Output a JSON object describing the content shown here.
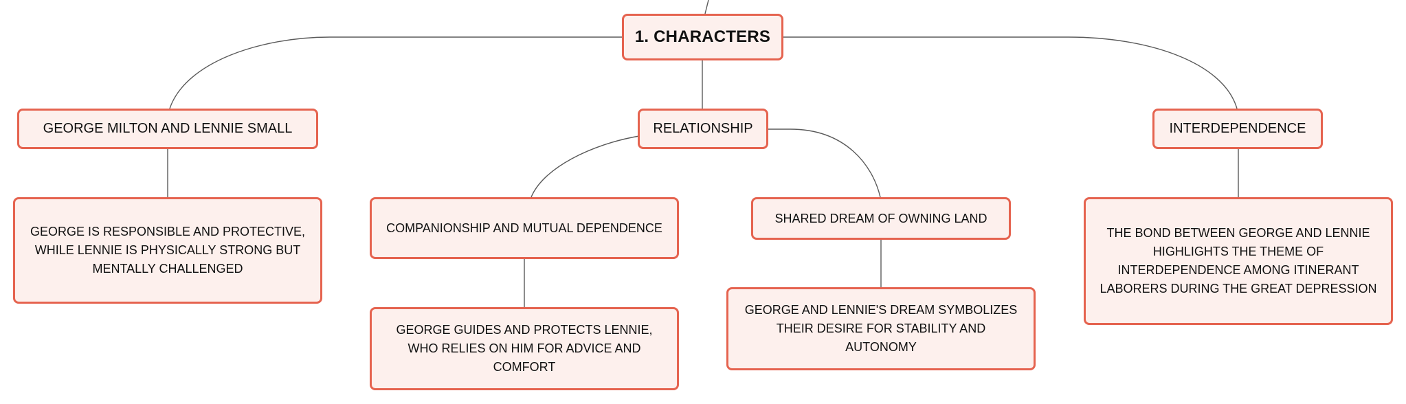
{
  "mindmap": {
    "root": {
      "label": "1. CHARACTERS"
    },
    "branches": {
      "george_lennie": {
        "label": "GEORGE MILTON AND LENNIE SMALL",
        "detail": "GEORGE IS RESPONSIBLE AND PROTECTIVE, WHILE LENNIE IS PHYSICALLY STRONG BUT MENTALLY CHALLENGED"
      },
      "relationship": {
        "label": "RELATIONSHIP",
        "companionship": {
          "label": "COMPANIONSHIP AND MUTUAL DEPENDENCE",
          "detail": "GEORGE GUIDES AND PROTECTS LENNIE, WHO RELIES ON HIM FOR ADVICE AND COMFORT"
        },
        "shared_dream": {
          "label": "SHARED DREAM OF OWNING LAND",
          "detail": "GEORGE AND LENNIE'S DREAM SYMBOLIZES THEIR DESIRE FOR STABILITY AND AUTONOMY"
        }
      },
      "interdependence": {
        "label": "INTERDEPENDENCE",
        "detail": "THE BOND BETWEEN GEORGE AND LENNIE HIGHLIGHTS THE THEME OF INTERDEPENDENCE AMONG ITINERANT LABORERS DURING THE GREAT DEPRESSION"
      }
    }
  },
  "colors": {
    "node_border": "#e5634f",
    "node_fill": "#fdf0ed",
    "connector": "#5a5a5a",
    "text": "#111111"
  }
}
